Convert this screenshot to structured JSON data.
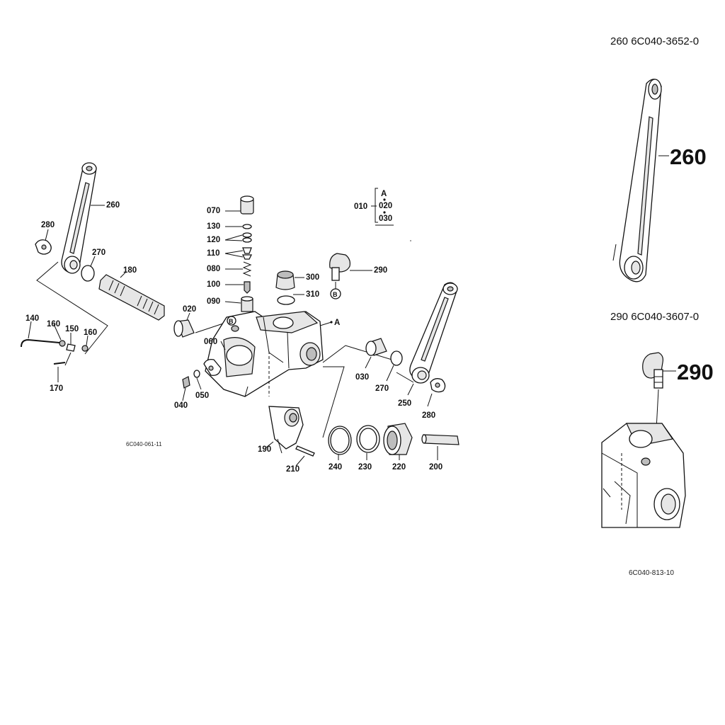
{
  "diagram": {
    "main_ref_code": "6C040-061-11",
    "inset_ref_code": "6C040-813-10",
    "callouts": {
      "c010": "010",
      "c020_set": "020",
      "c030_set": "030",
      "cA_set": "A",
      "c070": "070",
      "c130": "130",
      "c120": "120",
      "c110": "110",
      "c080": "080",
      "c100": "100",
      "c090": "090",
      "c300": "300",
      "c310": "310",
      "c290": "290",
      "c260_left": "260",
      "c280_left": "280",
      "c270_left": "270",
      "c180": "180",
      "c020": "020",
      "c140": "140",
      "c160_a": "160",
      "c150": "150",
      "c160_b": "160",
      "c170": "170",
      "c060": "060",
      "c040": "040",
      "c050": "050",
      "cA": "A",
      "c030": "030",
      "c270_right": "270",
      "c250": "250",
      "c280_right": "280",
      "c190": "190",
      "c210": "210",
      "c240": "240",
      "c230": "230",
      "c220": "220",
      "c200": "200",
      "cB_top": "B",
      "cB_body": "B"
    },
    "inset_260": {
      "header": "260 6C040-3652-0",
      "callout": "260"
    },
    "inset_290": {
      "header": "290 6C040-3607-0",
      "callout": "290"
    }
  }
}
